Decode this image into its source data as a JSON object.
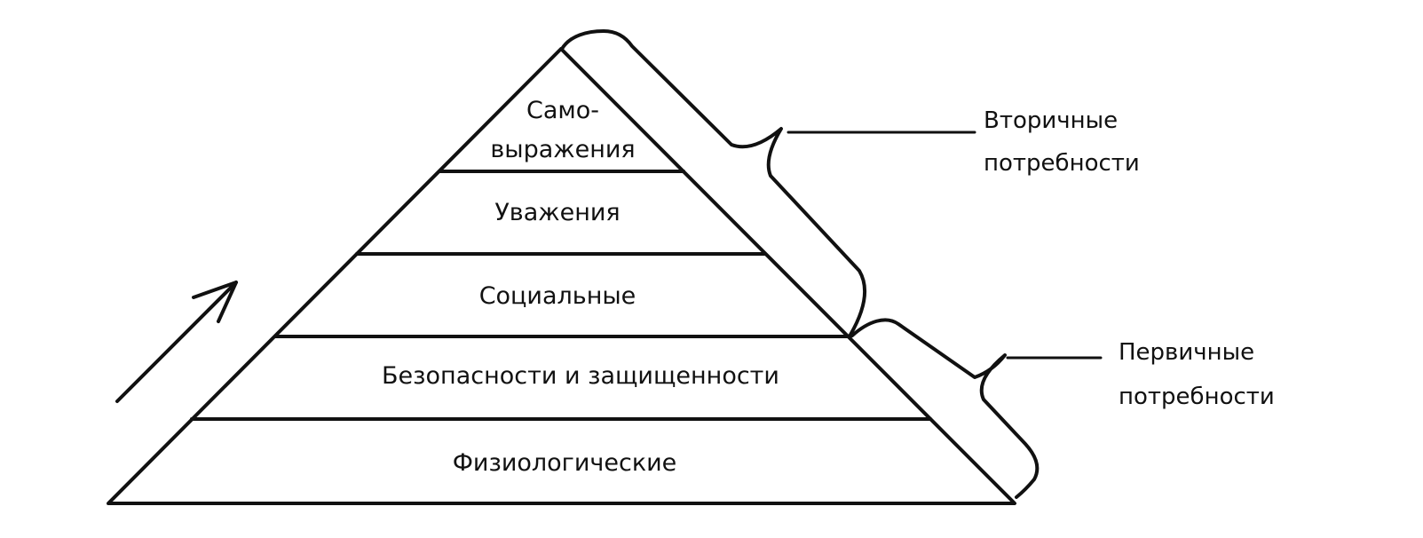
{
  "pyramid": {
    "levels": [
      {
        "lines": [
          "Само-",
          "выражения"
        ]
      },
      {
        "lines": [
          "Уважения"
        ]
      },
      {
        "lines": [
          "Социальные"
        ]
      },
      {
        "lines": [
          "Безопасности и защищенности"
        ]
      },
      {
        "lines": [
          "Физиологические"
        ]
      }
    ]
  },
  "groups": {
    "secondary": {
      "line1": "Вторичные",
      "line2": "потребности"
    },
    "primary": {
      "line1": "Первичные",
      "line2": "потребности"
    }
  },
  "colors": {
    "ink": "#111111",
    "background": "#ffffff"
  }
}
